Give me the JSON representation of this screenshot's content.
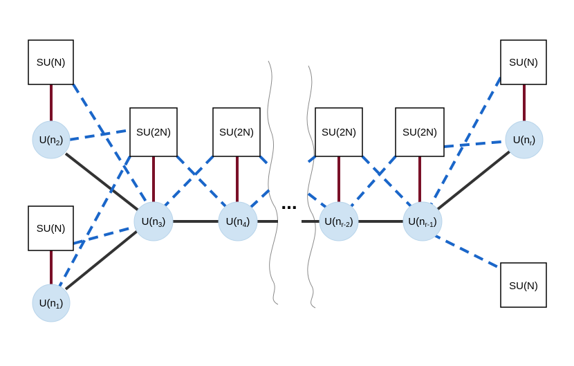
{
  "labels": {
    "su_n": "SU(N)",
    "su_2n": "SU(2N)",
    "ellipsis": "...",
    "u_prefix": "U(",
    "u_suffix": ")",
    "sub_1": "1",
    "sub_2": "2",
    "sub_3": "3",
    "sub_4": "4",
    "n_base": "n",
    "sub_r_minus_2": "r-2",
    "sub_r_minus_1": "r-1",
    "sub_r": "r"
  }
}
